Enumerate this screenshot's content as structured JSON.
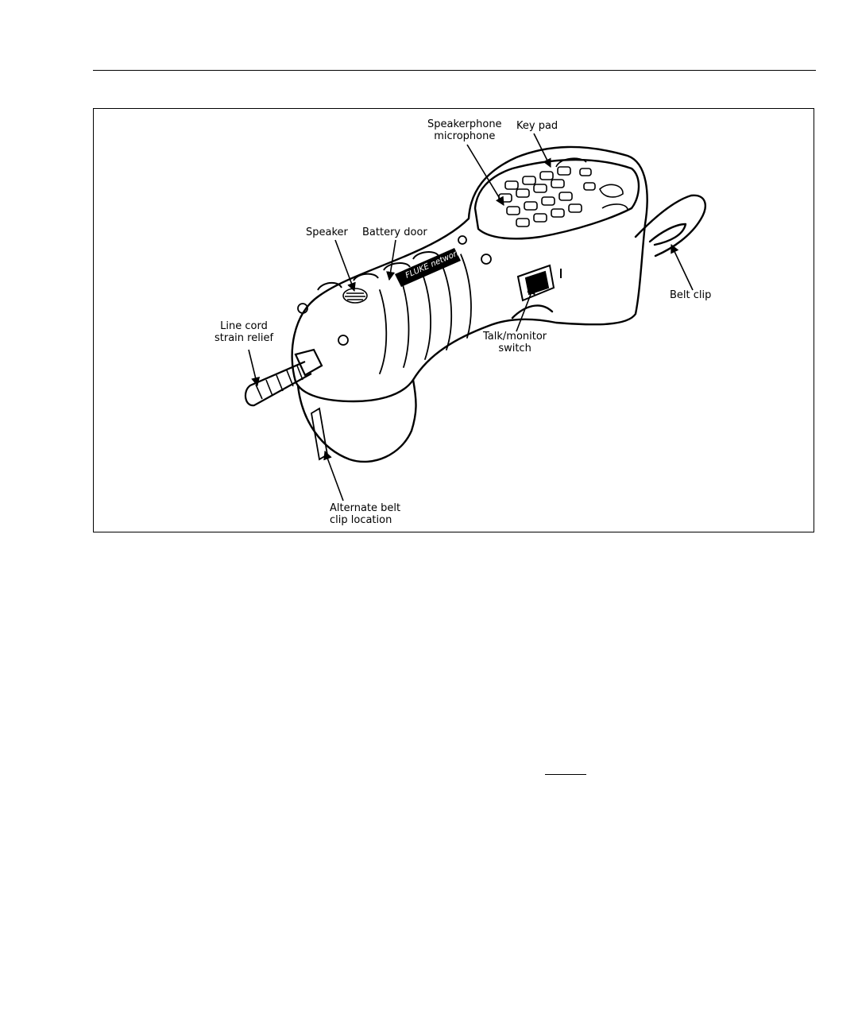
{
  "figure": {
    "callouts": {
      "speakerphone_microphone": "Speakerphone\nmicrophone",
      "key_pad": "Key pad",
      "speaker": "Speaker",
      "battery_door": "Battery door",
      "belt_clip": "Belt clip",
      "line_cord": "Line cord\nstrain relief",
      "talk_monitor": "Talk/monitor\nswitch",
      "alternate_belt_clip": "Alternate belt\nclip location"
    },
    "brand_logo": "FLUKE networks"
  }
}
